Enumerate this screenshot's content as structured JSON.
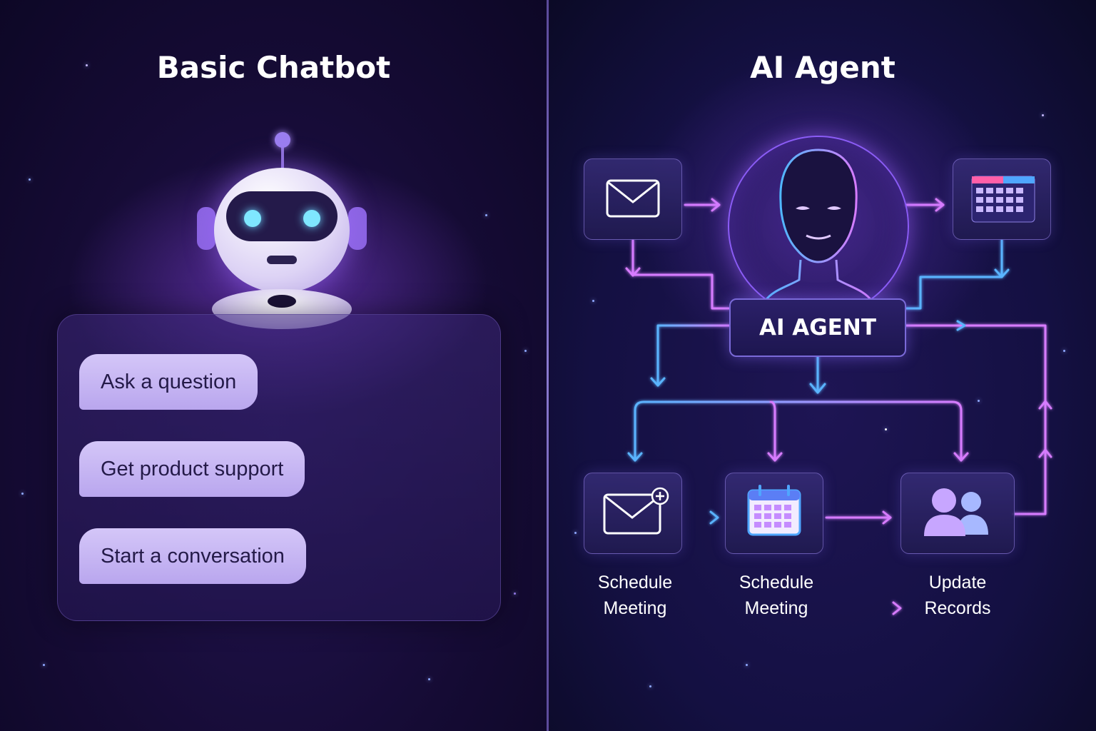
{
  "left_panel": {
    "title": "Basic Chatbot",
    "chat_options": [
      "Ask a question",
      "Get product support",
      "Start a conversation"
    ]
  },
  "right_panel": {
    "title": "AI Agent",
    "agent_label": "AI AGENT",
    "steps": [
      {
        "line1": "Schedule",
        "line2": "Meeting",
        "icon": "mail-plus-icon"
      },
      {
        "line1": "Schedule",
        "line2": "Meeting",
        "icon": "calendar-icon"
      },
      {
        "line1": "Update",
        "line2": "Records",
        "icon": "users-icon"
      }
    ],
    "input_icons": [
      "mail-icon",
      "calendar-icon"
    ]
  },
  "colors": {
    "accent_purple": "#8b5cf6",
    "flow_blue": "#5ab4ff",
    "flow_pink": "#d77cff",
    "bubble": "#c8b8f4"
  }
}
